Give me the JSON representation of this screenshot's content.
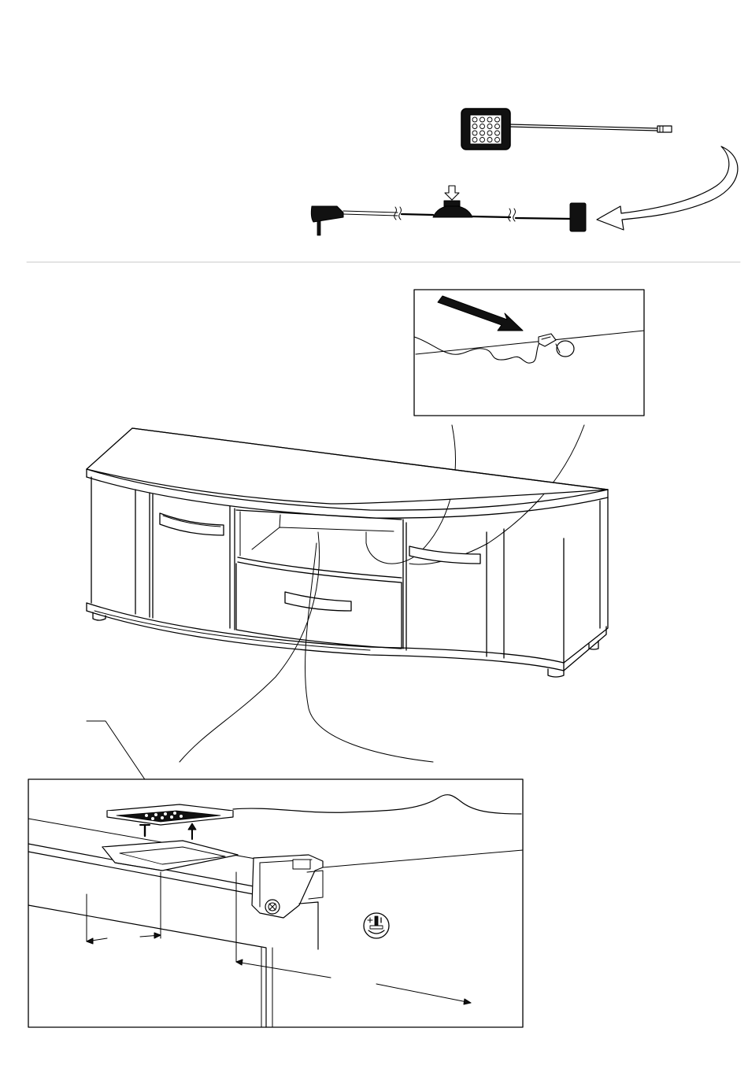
{
  "page": {
    "background": "#ffffff",
    "ink": "#000000",
    "divider_color": "#c8c8c8"
  },
  "kit": {
    "led_panel": {
      "icon": "led-square-panel-icon",
      "led_count": 16
    },
    "power_cable": {
      "icon": "plug-adapter-icon",
      "switch_icon": "inline-switch-icon",
      "connector_icon": "junction-box-icon"
    },
    "connect_arrow_icon": "curved-arrow-icon"
  },
  "detail_top": {
    "icon": "cable-routing-detail-icon",
    "insert_arrow_icon": "push-arrow-icon"
  },
  "cabinet": {
    "icon": "tv-cabinet-icon",
    "doors": 2,
    "drawers": 1,
    "open_shelves": 1
  },
  "detail_bottom": {
    "icon": "led-mounting-detail-icon",
    "bracket_icon": "mounting-bracket-icon",
    "screw_symbol_icon": "screw-symbol-icon"
  }
}
